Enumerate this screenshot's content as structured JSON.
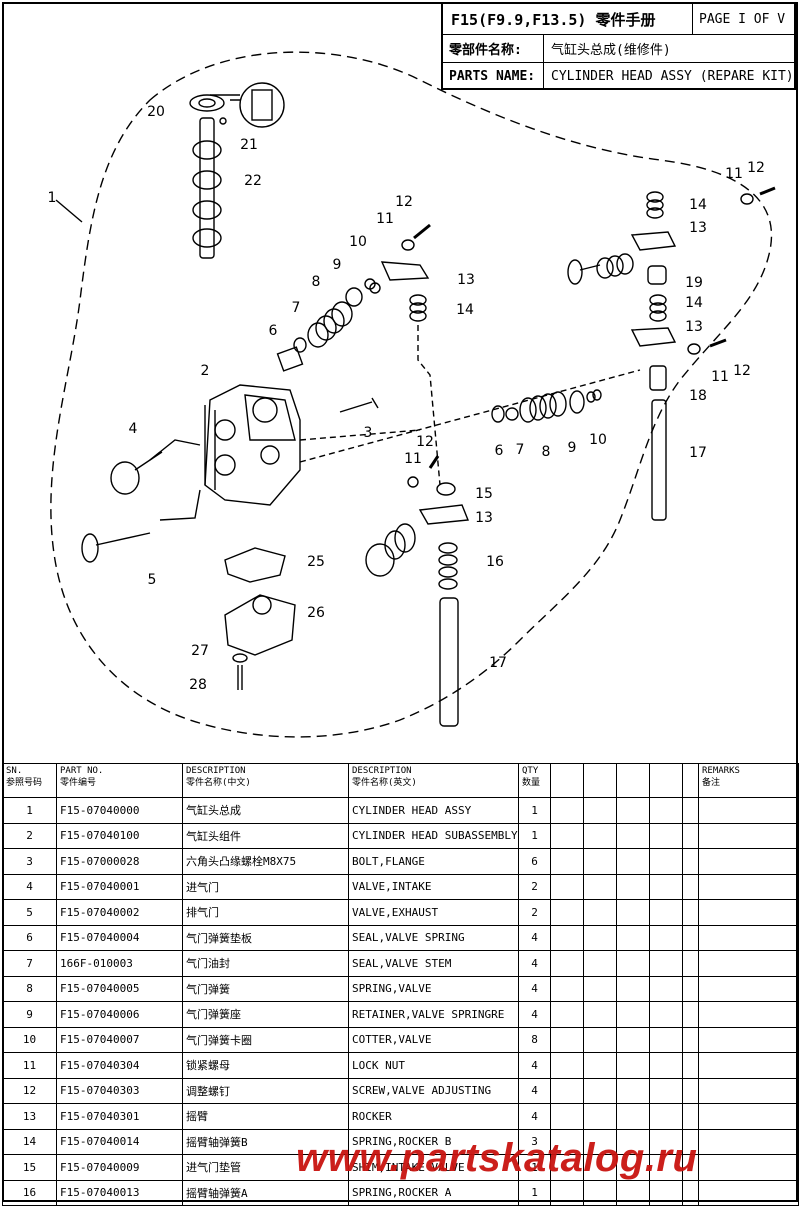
{
  "header": {
    "model": "F15(F9.9,F13.5) 零件手册",
    "page": "PAGE I OF V",
    "cn_label": "零部件名称:",
    "cn_name": "气缸头总成(维修件)",
    "en_label": "PARTS NAME:",
    "en_name": "CYLINDER HEAD ASSY (REPARE KIT)"
  },
  "diagram": {
    "callouts": [
      "1",
      "2",
      "3",
      "4",
      "5",
      "6",
      "7",
      "8",
      "9",
      "10",
      "11",
      "12",
      "13",
      "14",
      "15",
      "16",
      "17",
      "18",
      "19",
      "20",
      "21",
      "22",
      "25",
      "26",
      "27",
      "28"
    ]
  },
  "table": {
    "headers": {
      "sn": [
        "SN.",
        "参照号码"
      ],
      "part_no": [
        "PART NO.",
        "零件编号"
      ],
      "desc_cn": [
        "DESCRIPTION",
        "零件名称(中文)"
      ],
      "desc_en": [
        "DESCRIPTION",
        "零件名称(英文)"
      ],
      "qty": [
        "QTY",
        "数量"
      ],
      "remarks": [
        "REMARKS",
        "备注"
      ]
    },
    "rows": [
      {
        "sn": "1",
        "part_no": "F15-07040000",
        "cn": "气缸头总成",
        "en": "CYLINDER HEAD ASSY",
        "qty": "1"
      },
      {
        "sn": "2",
        "part_no": "F15-07040100",
        "cn": "气缸头组件",
        "en": "CYLINDER HEAD SUBASSEMBLY",
        "qty": "1"
      },
      {
        "sn": "3",
        "part_no": "F15-07000028",
        "cn": "六角头凸缘螺栓M8X75",
        "en": "BOLT,FLANGE",
        "qty": "6"
      },
      {
        "sn": "4",
        "part_no": "F15-07040001",
        "cn": "进气门",
        "en": "VALVE,INTAKE",
        "qty": "2"
      },
      {
        "sn": "5",
        "part_no": "F15-07040002",
        "cn": "排气门",
        "en": "VALVE,EXHAUST",
        "qty": "2"
      },
      {
        "sn": "6",
        "part_no": "F15-07040004",
        "cn": "气门弹簧垫板",
        "en": "SEAL,VALVE SPRING",
        "qty": "4"
      },
      {
        "sn": "7",
        "part_no": "166F-010003",
        "cn": "气门油封",
        "en": "SEAL,VALVE STEM",
        "qty": "4"
      },
      {
        "sn": "8",
        "part_no": "F15-07040005",
        "cn": "气门弹簧",
        "en": "SPRING,VALVE",
        "qty": "4"
      },
      {
        "sn": "9",
        "part_no": "F15-07040006",
        "cn": "气门弹簧座",
        "en": "RETAINER,VALVE SPRINGRE",
        "qty": "4"
      },
      {
        "sn": "10",
        "part_no": "F15-07040007",
        "cn": "气门弹簧卡圈",
        "en": "COTTER,VALVE",
        "qty": "8"
      },
      {
        "sn": "11",
        "part_no": "F15-07040304",
        "cn": "锁紧螺母",
        "en": "LOCK NUT",
        "qty": "4"
      },
      {
        "sn": "12",
        "part_no": "F15-07040303",
        "cn": "调整螺钉",
        "en": "SCREW,VALVE ADJUSTING",
        "qty": "4"
      },
      {
        "sn": "13",
        "part_no": "F15-07040301",
        "cn": "摇臂",
        "en": "ROCKER",
        "qty": "4"
      },
      {
        "sn": "14",
        "part_no": "F15-07040014",
        "cn": "摇臂轴弹簧B",
        "en": "SPRING,ROCKER B",
        "qty": "3"
      },
      {
        "sn": "15",
        "part_no": "F15-07040009",
        "cn": "进气门垫管",
        "en": "SHIM,INTAKE VALVE",
        "qty": "1"
      },
      {
        "sn": "16",
        "part_no": "F15-07040013",
        "cn": "摇臂轴弹簧A",
        "en": "SPRING,ROCKER A",
        "qty": "1"
      }
    ]
  },
  "watermark": "www.partskatalog.ru"
}
